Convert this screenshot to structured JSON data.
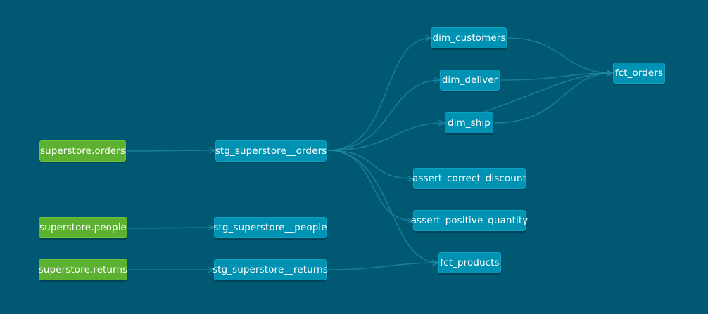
{
  "lineage": {
    "sources": {
      "orders": "superstore.orders",
      "people": "superstore.people",
      "returns": "superstore.returns"
    },
    "staging": {
      "orders": "stg_superstore__orders",
      "people": "stg_superstore__people",
      "returns": "stg_superstore__returns"
    },
    "marts": {
      "dim_customers": "dim_customers",
      "dim_deliver": "dim_deliver",
      "dim_ship": "dim_ship",
      "fct_orders": "fct_orders",
      "fct_products": "fct_products"
    },
    "tests": {
      "assert_correct_discount": "assert_correct_discount",
      "assert_positive_quantity": "assert_positive_quantity"
    }
  },
  "colors": {
    "background": "#005873",
    "source_node": "#5cb130",
    "model_node": "#0092b3",
    "edge": "#1f8aa6"
  }
}
